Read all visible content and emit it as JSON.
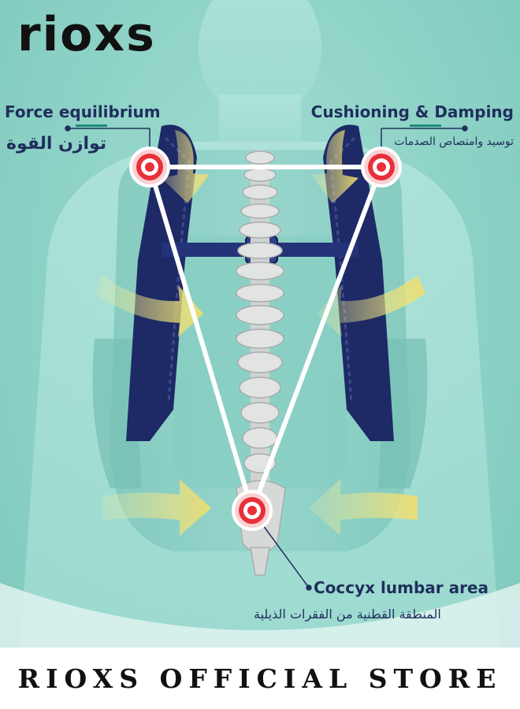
{
  "brand": {
    "logo_text": "rioxs"
  },
  "annotations": {
    "force_equilibrium": {
      "en": "Force equilibrium",
      "ar": "توازن القوة"
    },
    "cushioning_damping": {
      "en": "Cushioning & Damping",
      "ar": "توسيد وامتصاص الصدمات"
    },
    "coccyx_lumbar": {
      "en": "Coccyx lumbar area",
      "ar": "المنطقة القطنية من الفقرات الذيلية"
    }
  },
  "footer": {
    "store_text": "RIOXS OFFICIAL STORE"
  },
  "colors": {
    "background": "#8fd3c8",
    "backpack_navy": "#1e2a66",
    "label_navy": "#1f2f5c",
    "marker_red": "#e8303a",
    "arrow_yellow": "#f3e27a",
    "line_white": "#ffffff"
  },
  "icons": [
    "target-marker-icon",
    "force-arrow-icon",
    "spine-icon",
    "chest-buckle-icon"
  ]
}
